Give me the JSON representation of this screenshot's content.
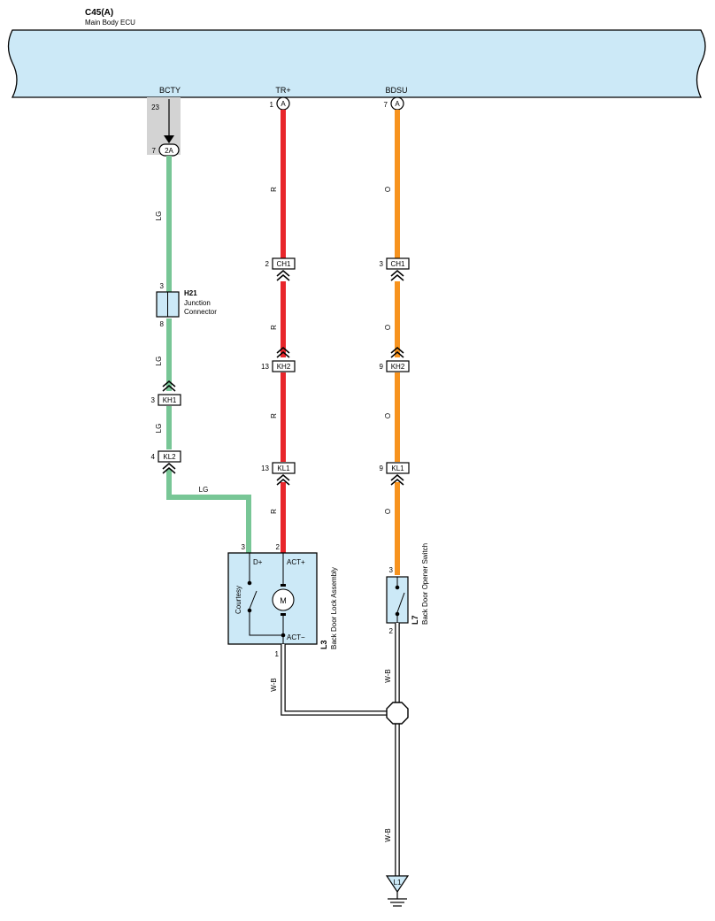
{
  "ecu": {
    "code": "C45(A)",
    "name": "Main Body ECU"
  },
  "terminals": {
    "bcty": "BCTY",
    "trp": "TR+",
    "bdsu": "BDSU"
  },
  "pins": {
    "p23": "23",
    "p7a": "7",
    "p1": "1",
    "p7b": "7",
    "p3h": "3",
    "p8h": "8",
    "p3kh1": "3",
    "p4kl2": "4",
    "p2ch1": "2",
    "p13kh2": "13",
    "p13kl1": "13",
    "p3ch1": "3",
    "p9kh2": "9",
    "p9kl1": "9",
    "p3l3": "3",
    "p2l3": "2",
    "p1l3": "1",
    "p3l7": "3",
    "p2l7": "2"
  },
  "connectors": {
    "two_a": "2A",
    "a": "A",
    "a2": "A",
    "kh1": "KH1",
    "kl2": "KL2",
    "ch1_r": "CH1",
    "kh2_r": "KH2",
    "kl1_r": "KL1",
    "ch1_o": "CH1",
    "kh2_o": "KH2",
    "kl1_o": "KL1"
  },
  "junction": {
    "code": "H21",
    "line1": "Junction",
    "line2": "Connector"
  },
  "wires": {
    "lg1": "LG",
    "lg2": "LG",
    "lg3": "LG",
    "lg4": "LG",
    "r1": "R",
    "r2": "R",
    "r3": "R",
    "r4": "R",
    "o1": "O",
    "o2": "O",
    "o3": "O",
    "o4": "O",
    "wb1": "W-B",
    "wb2": "W-B",
    "wb3": "W-B"
  },
  "lock": {
    "code": "L3",
    "name": "Back Door Lock Assembly",
    "d_plus": "D+",
    "act_plus": "ACT+",
    "act_minus": "ACT−",
    "courtesy": "Courtesy",
    "motor": "M"
  },
  "opener": {
    "code": "L7",
    "name": "Back Door Opener Switch"
  },
  "ground": {
    "code": "L1"
  },
  "colors": {
    "ecu_fill": "#cce9f7",
    "lg": "#78c696",
    "red": "#e8262b",
    "orange": "#f7931e",
    "lock_fill": "#cce9f7"
  }
}
